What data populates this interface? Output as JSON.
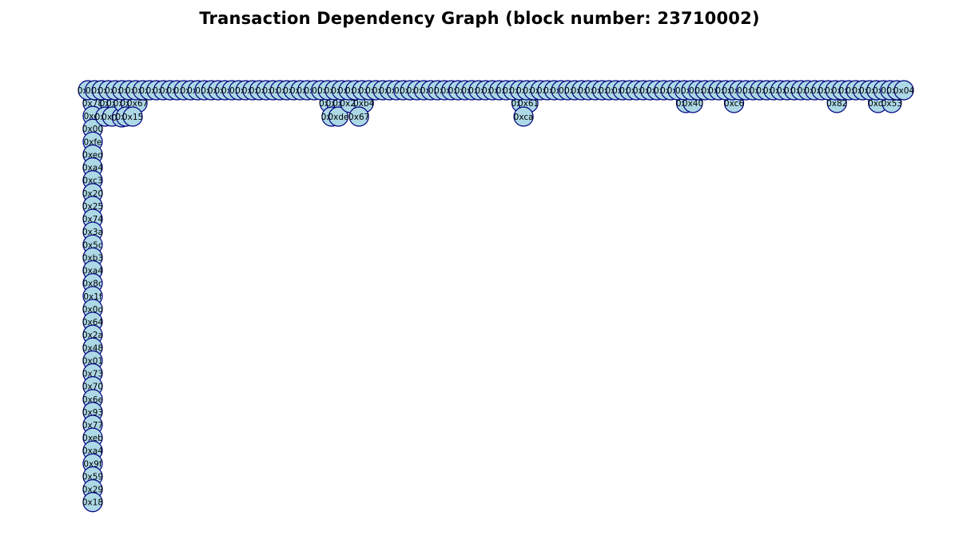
{
  "title": "Transaction Dependency Graph (block number: 23710002)",
  "colors": {
    "node_fill": "#add8e6",
    "node_stroke": "#000080",
    "label": "#000000",
    "edge": "#000000"
  },
  "graph": {
    "top_row": [
      "0x05",
      "0x7f",
      "0x5c",
      "0xa1",
      "0x02",
      "0xe9",
      "0x3b",
      "0x8d",
      "0xa4",
      "0xe8",
      "0xd0",
      "0x91",
      "0x17",
      "0x6a",
      "0xc2",
      "0x48",
      "0x9e",
      "0x2f",
      "0xb7",
      "0x30",
      "0x5d",
      "0x84",
      "0xf1",
      "0x66",
      "0xab",
      "0x1c",
      "0x3e",
      "0x07",
      "0xd5",
      "0x8a",
      "0x21",
      "0x0b",
      "0x2a",
      "0x6c",
      "0xfe",
      "0x99",
      "0x31",
      "0x88",
      "0x4b",
      "0xc0",
      "0x13",
      "0x5e",
      "0x72",
      "0xdb",
      "0x08",
      "0xe1",
      "0x3f",
      "0x92",
      "0xb1",
      "0x0e",
      "0x55",
      "0x6f",
      "0xa7",
      "0x19",
      "0xcd",
      "0x44",
      "0x80",
      "0xee",
      "0x26",
      "0x9b",
      "0x58",
      "0xc1",
      "0x3c",
      "0x0a",
      "0xd9",
      "0x63",
      "0x15",
      "0xbe",
      "0x71",
      "0x4e",
      "0xf2",
      "0x2e",
      "0x87",
      "0x1a",
      "0xa0",
      "0x5b",
      "0xe3",
      "0x34",
      "0x96",
      "0xc8",
      "0x09",
      "0x61",
      "0xbd",
      "0x40",
      "0x7c",
      "0xd2",
      "0x23",
      "0xaf",
      "0x52",
      "0x0f",
      "0xe6",
      "0x38",
      "0x94",
      "0xc5",
      "0x1e",
      "0x6b",
      "0xf8",
      "0x27",
      "0x83",
      "0x5a",
      "0xb9",
      "0x12",
      "0xd7",
      "0x4c",
      "0xa8",
      "0x36",
      "0x03",
      "0x7b",
      "0xe4",
      "0x59",
      "0x9a",
      "0x2c",
      "0xc9",
      "0x14",
      "0x70",
      "0xbb",
      "0x46",
      "0xdf",
      "0x8e",
      "0x04"
    ],
    "first_column": [
      "0x78",
      "0xef",
      "0x00",
      "0xfe",
      "0xed",
      "0xa4",
      "0xc3",
      "0x20",
      "0x25",
      "0x74",
      "0x3a",
      "0x5c",
      "0xb3",
      "0xa4",
      "0x8c",
      "0x1f",
      "0x0d",
      "0x64",
      "0x2a",
      "0x48",
      "0x01",
      "0x73",
      "0x70",
      "0x6e",
      "0x93",
      "0x77",
      "0xeb",
      "0xa4",
      "0x9f",
      "0x59",
      "0x29",
      "0x18"
    ],
    "branches": [
      {
        "parent": 3,
        "children": [
          {
            "label": "0x4e",
            "sub": [
              "0x83"
            ]
          }
        ]
      },
      {
        "parent": 4,
        "children": [
          {
            "label": "0x00",
            "sub": [
              "0x8e",
              "0xc0"
            ]
          }
        ]
      },
      {
        "parent": 5,
        "children": [
          {
            "label": "0xd0"
          }
        ]
      },
      {
        "parent": 6,
        "children": [
          {
            "label": "0xd9",
            "sub": [
              "0x9e"
            ]
          }
        ]
      },
      {
        "parent": 7,
        "children": [
          {
            "label": "0x67",
            "sub": [
              "0x15"
            ]
          }
        ]
      },
      {
        "parent": 35,
        "children": [
          {
            "label": "0x28"
          }
        ]
      },
      {
        "parent": 36,
        "children": [
          {
            "label": "0x98",
            "sub": [
              "0x8b"
            ]
          }
        ]
      },
      {
        "parent": 37,
        "children": [
          {
            "label": "0x55",
            "sub": [
              "0xde"
            ]
          }
        ]
      },
      {
        "parent": 38,
        "children": [
          {
            "label": "0x2c"
          }
        ]
      },
      {
        "parent": 40,
        "children": [
          {
            "label": "0xb4",
            "sub": [
              "0x67"
            ]
          }
        ]
      },
      {
        "parent": 63,
        "children": [
          {
            "label": "0xe8"
          }
        ]
      },
      {
        "parent": 64,
        "children": [
          {
            "label": "0x61",
            "sub": [
              "0xca"
            ]
          }
        ]
      },
      {
        "parent": 87,
        "children": [
          {
            "label": "0xc0"
          }
        ]
      },
      {
        "parent": 88,
        "children": [
          {
            "label": "0x40"
          }
        ]
      },
      {
        "parent": 94,
        "children": [
          {
            "label": "0xc6"
          }
        ]
      },
      {
        "parent": 109,
        "children": [
          {
            "label": "0x82"
          }
        ]
      },
      {
        "parent": 115,
        "children": [
          {
            "label": "0xcd"
          }
        ]
      },
      {
        "parent": 117,
        "children": [
          {
            "label": "0x53"
          }
        ]
      }
    ]
  }
}
